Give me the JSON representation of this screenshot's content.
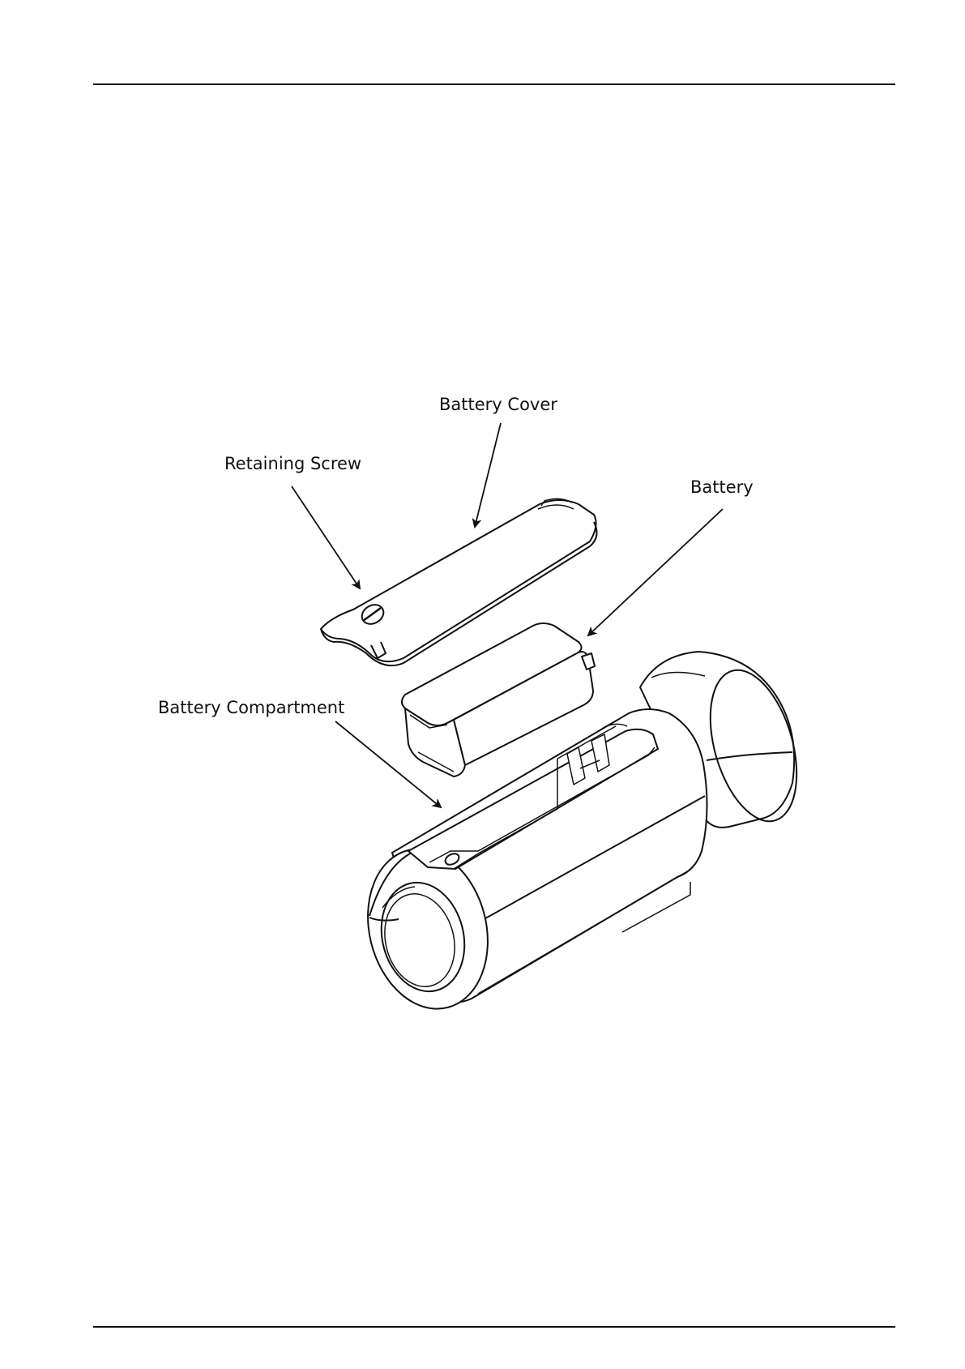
{
  "diagram": {
    "labels": {
      "battery_cover": "Battery Cover",
      "retaining_screw": "Retaining Screw",
      "battery": "Battery",
      "battery_compartment": "Battery Compartment"
    }
  }
}
